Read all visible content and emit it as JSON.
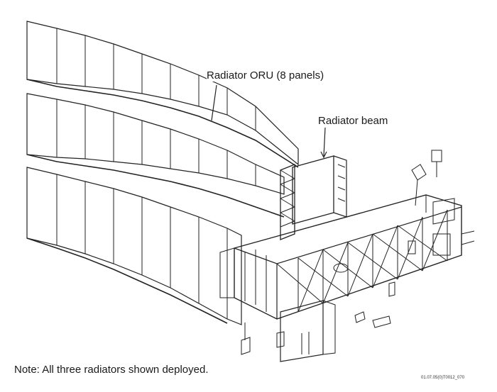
{
  "labels": {
    "radiator_oru": "Radiator ORU (8 panels)",
    "radiator_beam": "Radiator beam"
  },
  "note": "Note: All three radiators shown deployed.",
  "figure_code": "01.07.05(0)T0012_070",
  "colors": {
    "line": "#222222",
    "background": "#ffffff"
  }
}
